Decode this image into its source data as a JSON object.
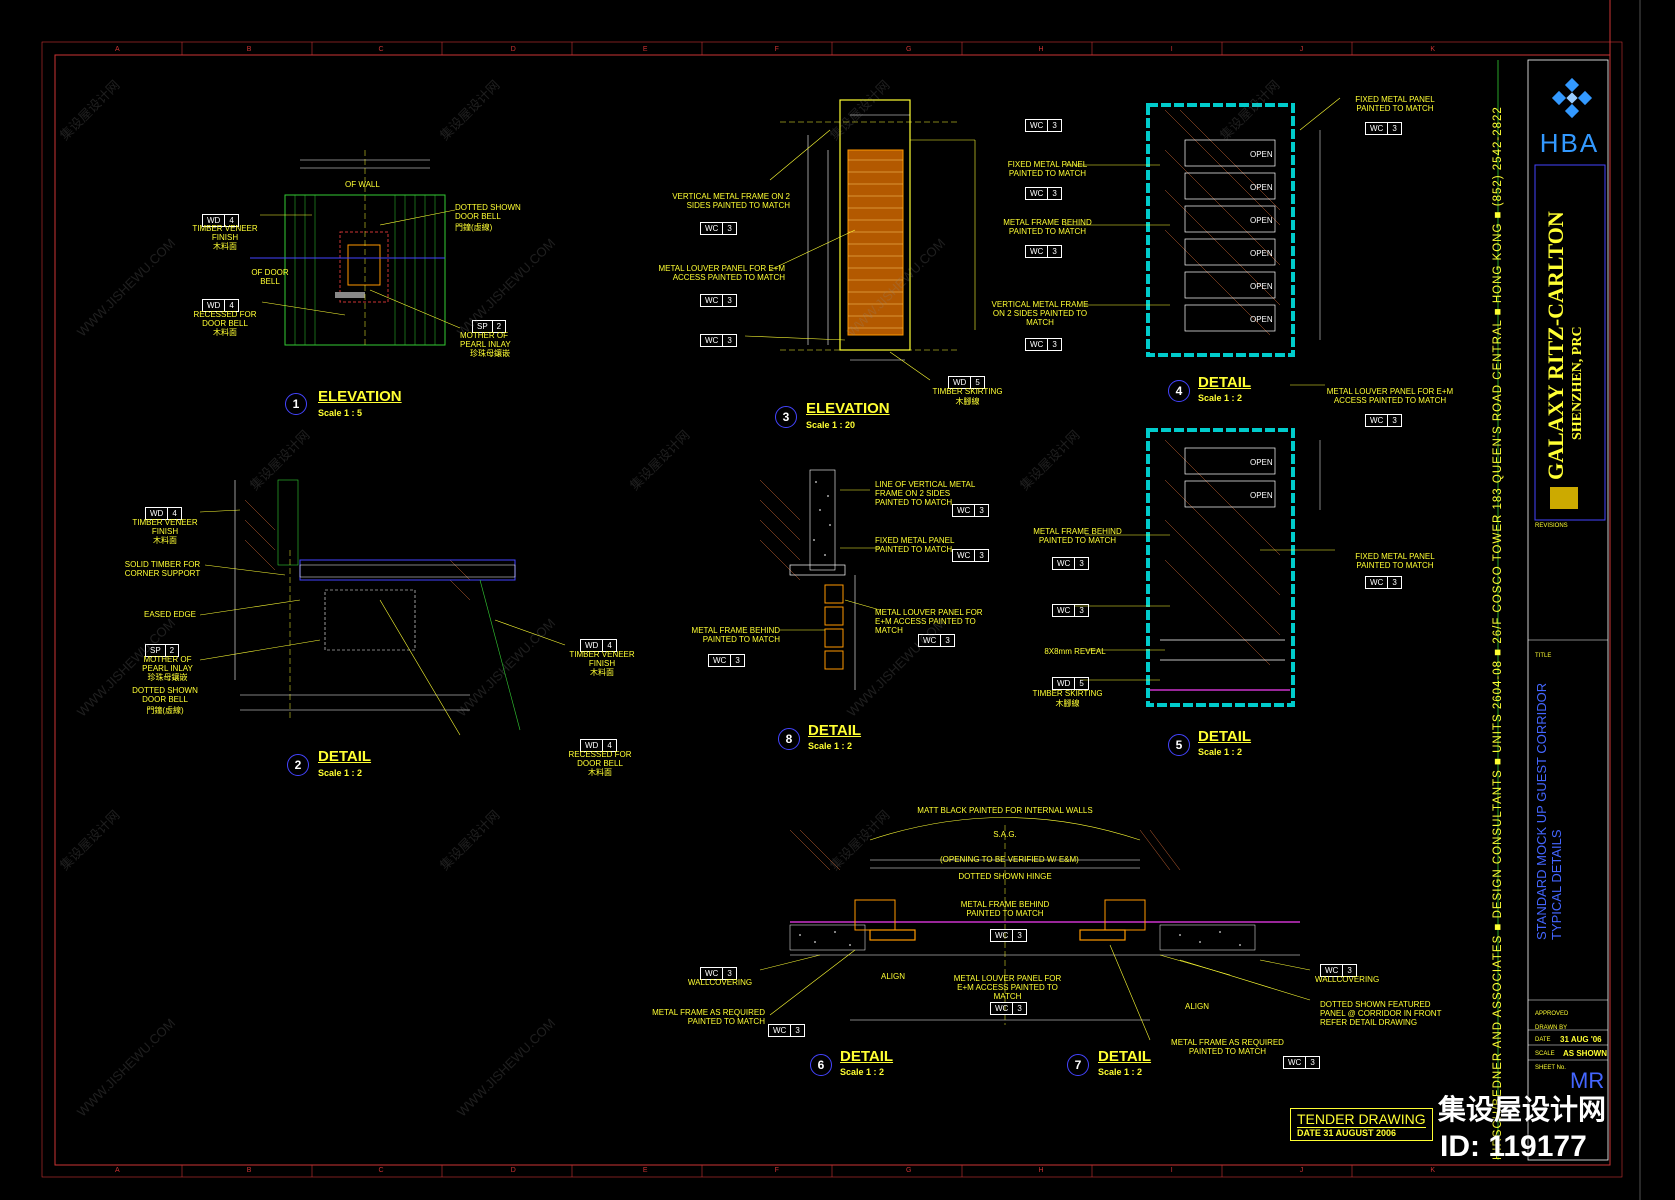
{
  "drawings": [
    {
      "id": "1",
      "title": "ELEVATION",
      "scale": "Scale 1 : 5"
    },
    {
      "id": "3",
      "title": "ELEVATION",
      "scale": "Scale 1 : 20"
    },
    {
      "id": "4",
      "title": "DETAIL",
      "scale": "Scale 1 : 2"
    },
    {
      "id": "2",
      "title": "DETAIL",
      "scale": "Scale 1 : 2"
    },
    {
      "id": "8",
      "title": "DETAIL",
      "scale": "Scale 1 : 2"
    },
    {
      "id": "5",
      "title": "DETAIL",
      "scale": "Scale 1 : 2"
    },
    {
      "id": "6",
      "title": "DETAIL",
      "scale": "Scale 1 : 2"
    },
    {
      "id": "7",
      "title": "DETAIL",
      "scale": "Scale 1 : 2"
    }
  ],
  "labels": {
    "timber_veneer": "TIMBER VENEER FINISH",
    "timber_veneer_cn": "木料面",
    "recessed_bell": "RECESSED FOR DOOR BELL",
    "dotted_bell": "DOTTED SHOWN DOOR BELL",
    "dotted_bell_cn": "門鐘(虛線)",
    "mother_pearl": "MOTHER OF PEARL INLAY",
    "mother_pearl_cn": "珍珠母鑲嵌",
    "vert_frame": "VERTICAL METAL FRAME ON 2 SIDES PAINTED TO MATCH",
    "metal_louver": "METAL LOUVER PANEL FOR E+M ACCESS PAINTED TO MATCH",
    "fixed_panel": "FIXED METAL PANEL PAINTED TO MATCH",
    "frame_behind": "METAL FRAME BEHIND PAINTED TO MATCH",
    "timber_skirting": "TIMBER SKIRTING",
    "timber_skirting_cn": "木腳線",
    "solid_timber": "SOLID TIMBER FOR CORNER SUPPORT",
    "eased_edge": "EASED EDGE",
    "line_vert_frame": "LINE OF VERTICAL METAL FRAME ON 2 SIDES PAINTED TO MATCH",
    "reveal": "8X8mm REVEAL",
    "matt_black": "MATT BLACK PAINTED FOR INTERNAL WALLS",
    "opening_verify": "(OPENING TO BE VERIFIED W/ E&M)",
    "dotted_hinge": "DOTTED SHOWN HINGE",
    "wallcovering": "WALLCOVERING",
    "metal_frame_req": "METAL FRAME AS REQUIRED PAINTED TO MATCH",
    "align": "ALIGN",
    "dotted_featured": "DOTTED SHOWN FEATURED PANEL @ CORRIDOR IN FRONT REFER DETAIL DRAWING",
    "open": "OPEN",
    "sag": "S.A.G.",
    "of_wall": "OF WALL",
    "of_door_bell": "OF DOOR BELL"
  },
  "codes": {
    "wd": "WD",
    "wc": "WC",
    "sp": "SP",
    "n4": "4",
    "n3": "3",
    "n2": "2",
    "n5": "5"
  },
  "titleblock": {
    "firm": "HBA",
    "project": "GALAXY RITZ-CARLTON",
    "location": "SHENZHEN, PRC",
    "revisions": "REVISIONS",
    "title_label": "TITLE",
    "drawing_title": "STANDARD MOCK UP GUEST CORRIDOR TYPICAL DETAILS",
    "approved": "APPROVED",
    "drawn_by": "DRAWN BY",
    "date_label": "DATE",
    "date_value": "31 AUG '06",
    "scale_label": "SCALE",
    "scale_value": "AS SHOWN",
    "sheet_no": "SHEET No.",
    "sheet_value": "MR",
    "address": "HIRSCH/BEDNER AND ASSOCIATES ■ DESIGN CONSULTANTS ■ UNITS 2604-08 ■ 26/F COSCO TOWER 183 QUEEN'S ROAD CENTRAL ■ HONG KONG ■ (852) 2542-2822",
    "tender": "TENDER DRAWING",
    "tender_date": "DATE 31 AUGUST 2006"
  },
  "watermark": {
    "site": "集设屋设计网",
    "id": "ID: 119177",
    "repeat": "集设屋设计网",
    "url": "WWW.JISHEWU.COM"
  },
  "grid_letters": [
    "A",
    "B",
    "C",
    "D",
    "E",
    "F",
    "G",
    "H",
    "I",
    "J",
    "K"
  ],
  "colors": {
    "bg": "#000000",
    "yellow": "#ffff33",
    "cyan": "#00cccc",
    "red": "#cc3333",
    "blue": "#4444ff",
    "green": "#33cc33",
    "orange": "#ff9900",
    "magenta": "#cc33cc"
  }
}
